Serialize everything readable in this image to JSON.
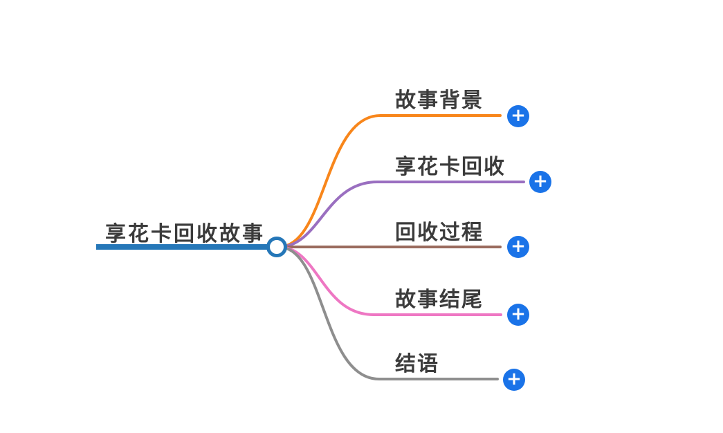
{
  "root": {
    "label": "享花卡回收故事",
    "color": "#2577b8",
    "node_circle_fill": "#ffffff"
  },
  "branches": [
    {
      "label": "故事背景",
      "color": "#f8861b"
    },
    {
      "label": "享花卡回收",
      "color": "#9a6fc0"
    },
    {
      "label": "回收过程",
      "color": "#9a6b5e"
    },
    {
      "label": "故事结尾",
      "color": "#ee77c3"
    },
    {
      "label": "结语",
      "color": "#8e8e8e"
    }
  ],
  "plus_button": {
    "glyph": "+",
    "color": "#1a73e8"
  },
  "canvas": {
    "background": "#ffffff"
  }
}
